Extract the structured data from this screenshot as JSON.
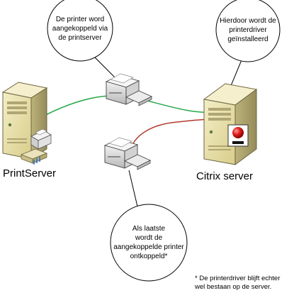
{
  "nodes": {
    "printserver_label": "PrintServer",
    "citrix_label": "Citrix server"
  },
  "callouts": {
    "connected": "De printer word\naangekoppeld via\nde printserver",
    "installed": "Hierdoor wordt de\nprinterdriver\ngeïnstalleerd",
    "disconnected": "Als laatste\nwordt de\naangekoppelde printer\nontkoppeld*"
  },
  "footnote": "* De printerdriver blijft echter\nwel bestaan op de server.",
  "colors": {
    "green_line": "#2aa84a",
    "red_line": "#b03a2e",
    "server_body": "#e8dfa8",
    "error_badge": "#e01e1e"
  },
  "icons": {
    "printserver": "server-tower-icon",
    "network": "network-hub-icon",
    "citrix": "server-tower-icon",
    "error": "red-stop-icon",
    "printer": "printer-icon"
  }
}
